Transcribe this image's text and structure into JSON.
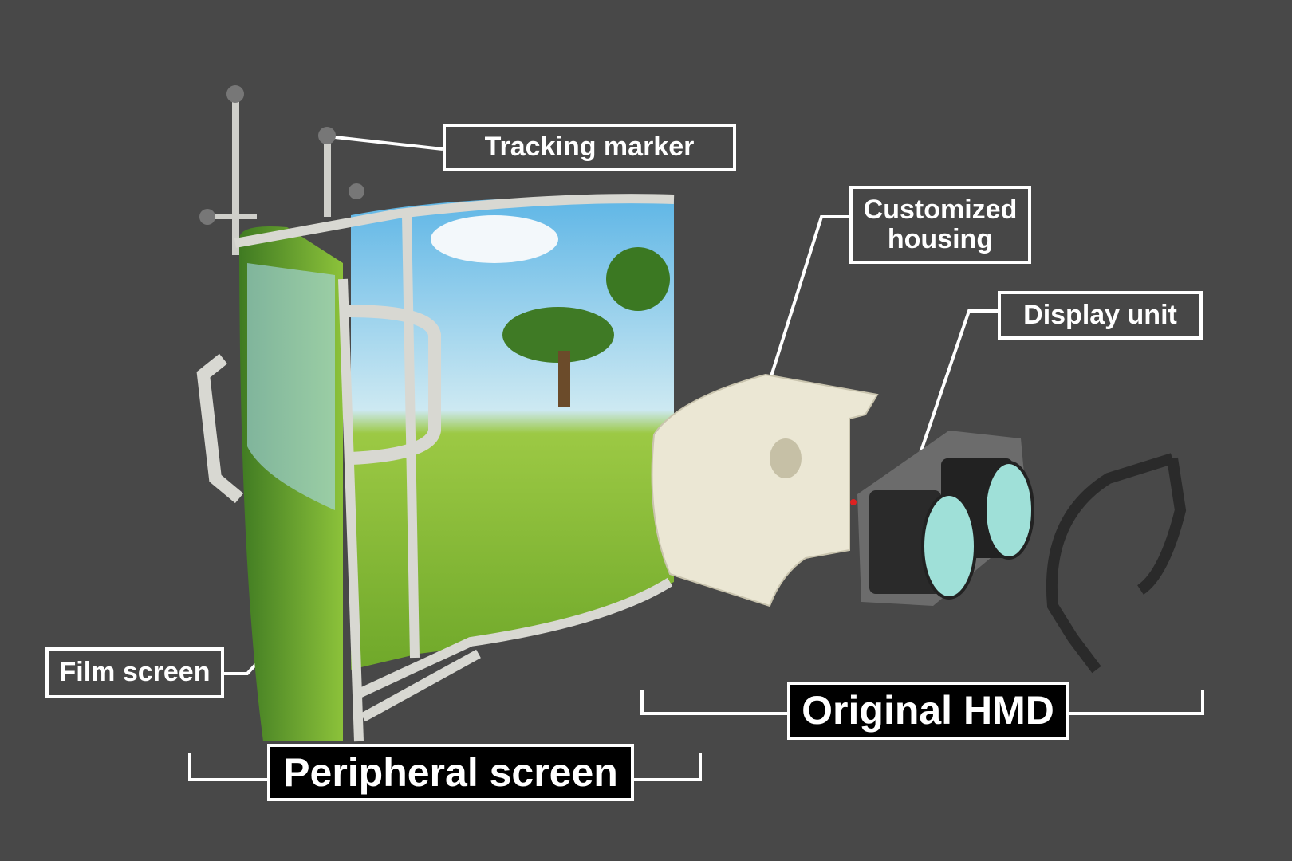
{
  "labels": {
    "tracking_marker": "Tracking marker",
    "customized_housing": "Customized housing",
    "display_unit": "Display unit",
    "film_screen": "Film screen",
    "peripheral_screen": "Peripheral screen",
    "original_hmd": "Original HMD"
  },
  "colors": {
    "background": "#484848",
    "frame": "#d8d8d2",
    "housing": "#ece8d6",
    "grass": "#7fb832",
    "sky": "#8fd0ee",
    "lens": "#9fe0d8"
  }
}
